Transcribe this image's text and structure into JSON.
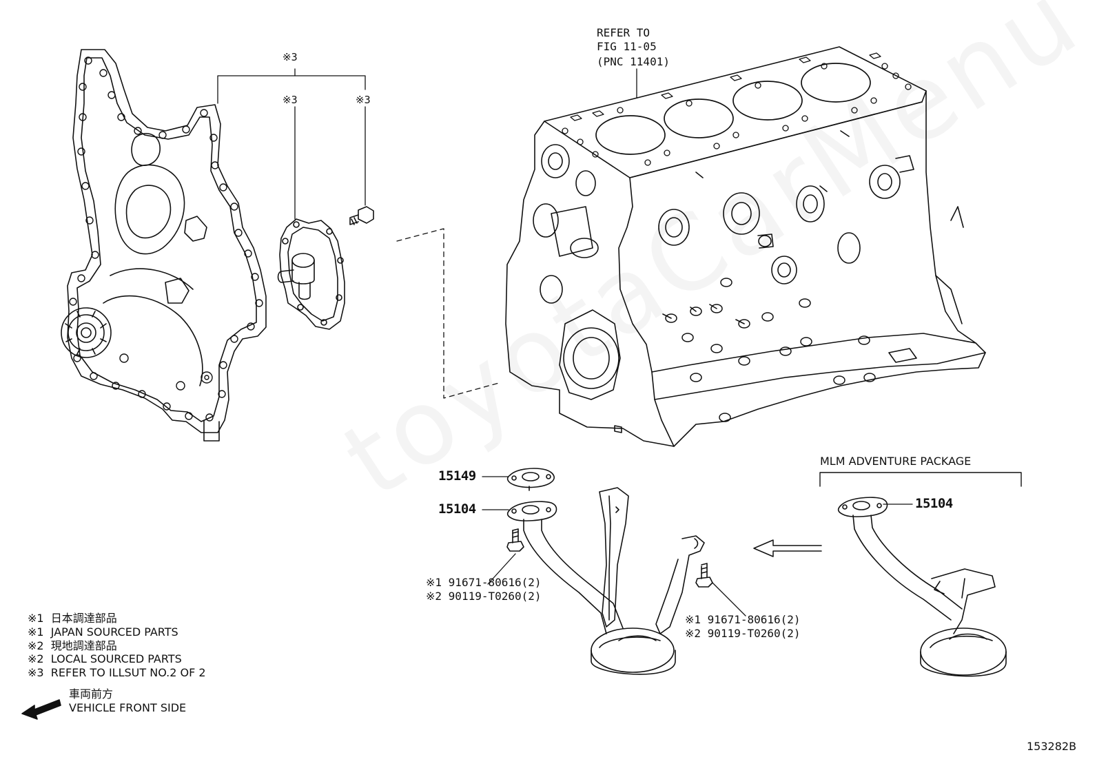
{
  "refer_block": {
    "line1": "REFER TO",
    "line2": "FIG 11-05",
    "line3": "(PNC 11401)"
  },
  "ref_marks": {
    "top": "※3",
    "middle": "※3",
    "right": "※3"
  },
  "parts": {
    "gasket_15149": "15149",
    "strainer_15104_left": "15104",
    "strainer_15104_right": "15104"
  },
  "bolts": {
    "left_line1": "※1 91671-80616(2)",
    "left_line2": "※2 90119-T0260(2)",
    "right_line1": "※1 91671-80616(2)",
    "right_line2": "※2 90119-T0260(2)"
  },
  "package_label": "MLM ADVENTURE PACKAGE",
  "legend": [
    "※1  日本調達部品",
    "※1  JAPAN SOURCED PARTS",
    "※2  現地調達部品",
    "※2  LOCAL SOURCED PARTS",
    "※3  REFER TO ILLSUT NO.2 OF 2"
  ],
  "vehicle_front": {
    "jp": "車両前方",
    "en": "VEHICLE FRONT SIDE"
  },
  "illustration_code": "153282B",
  "watermark": "toyotaCarMenu",
  "colors": {
    "line": "#111111",
    "paper": "#ffffff"
  }
}
